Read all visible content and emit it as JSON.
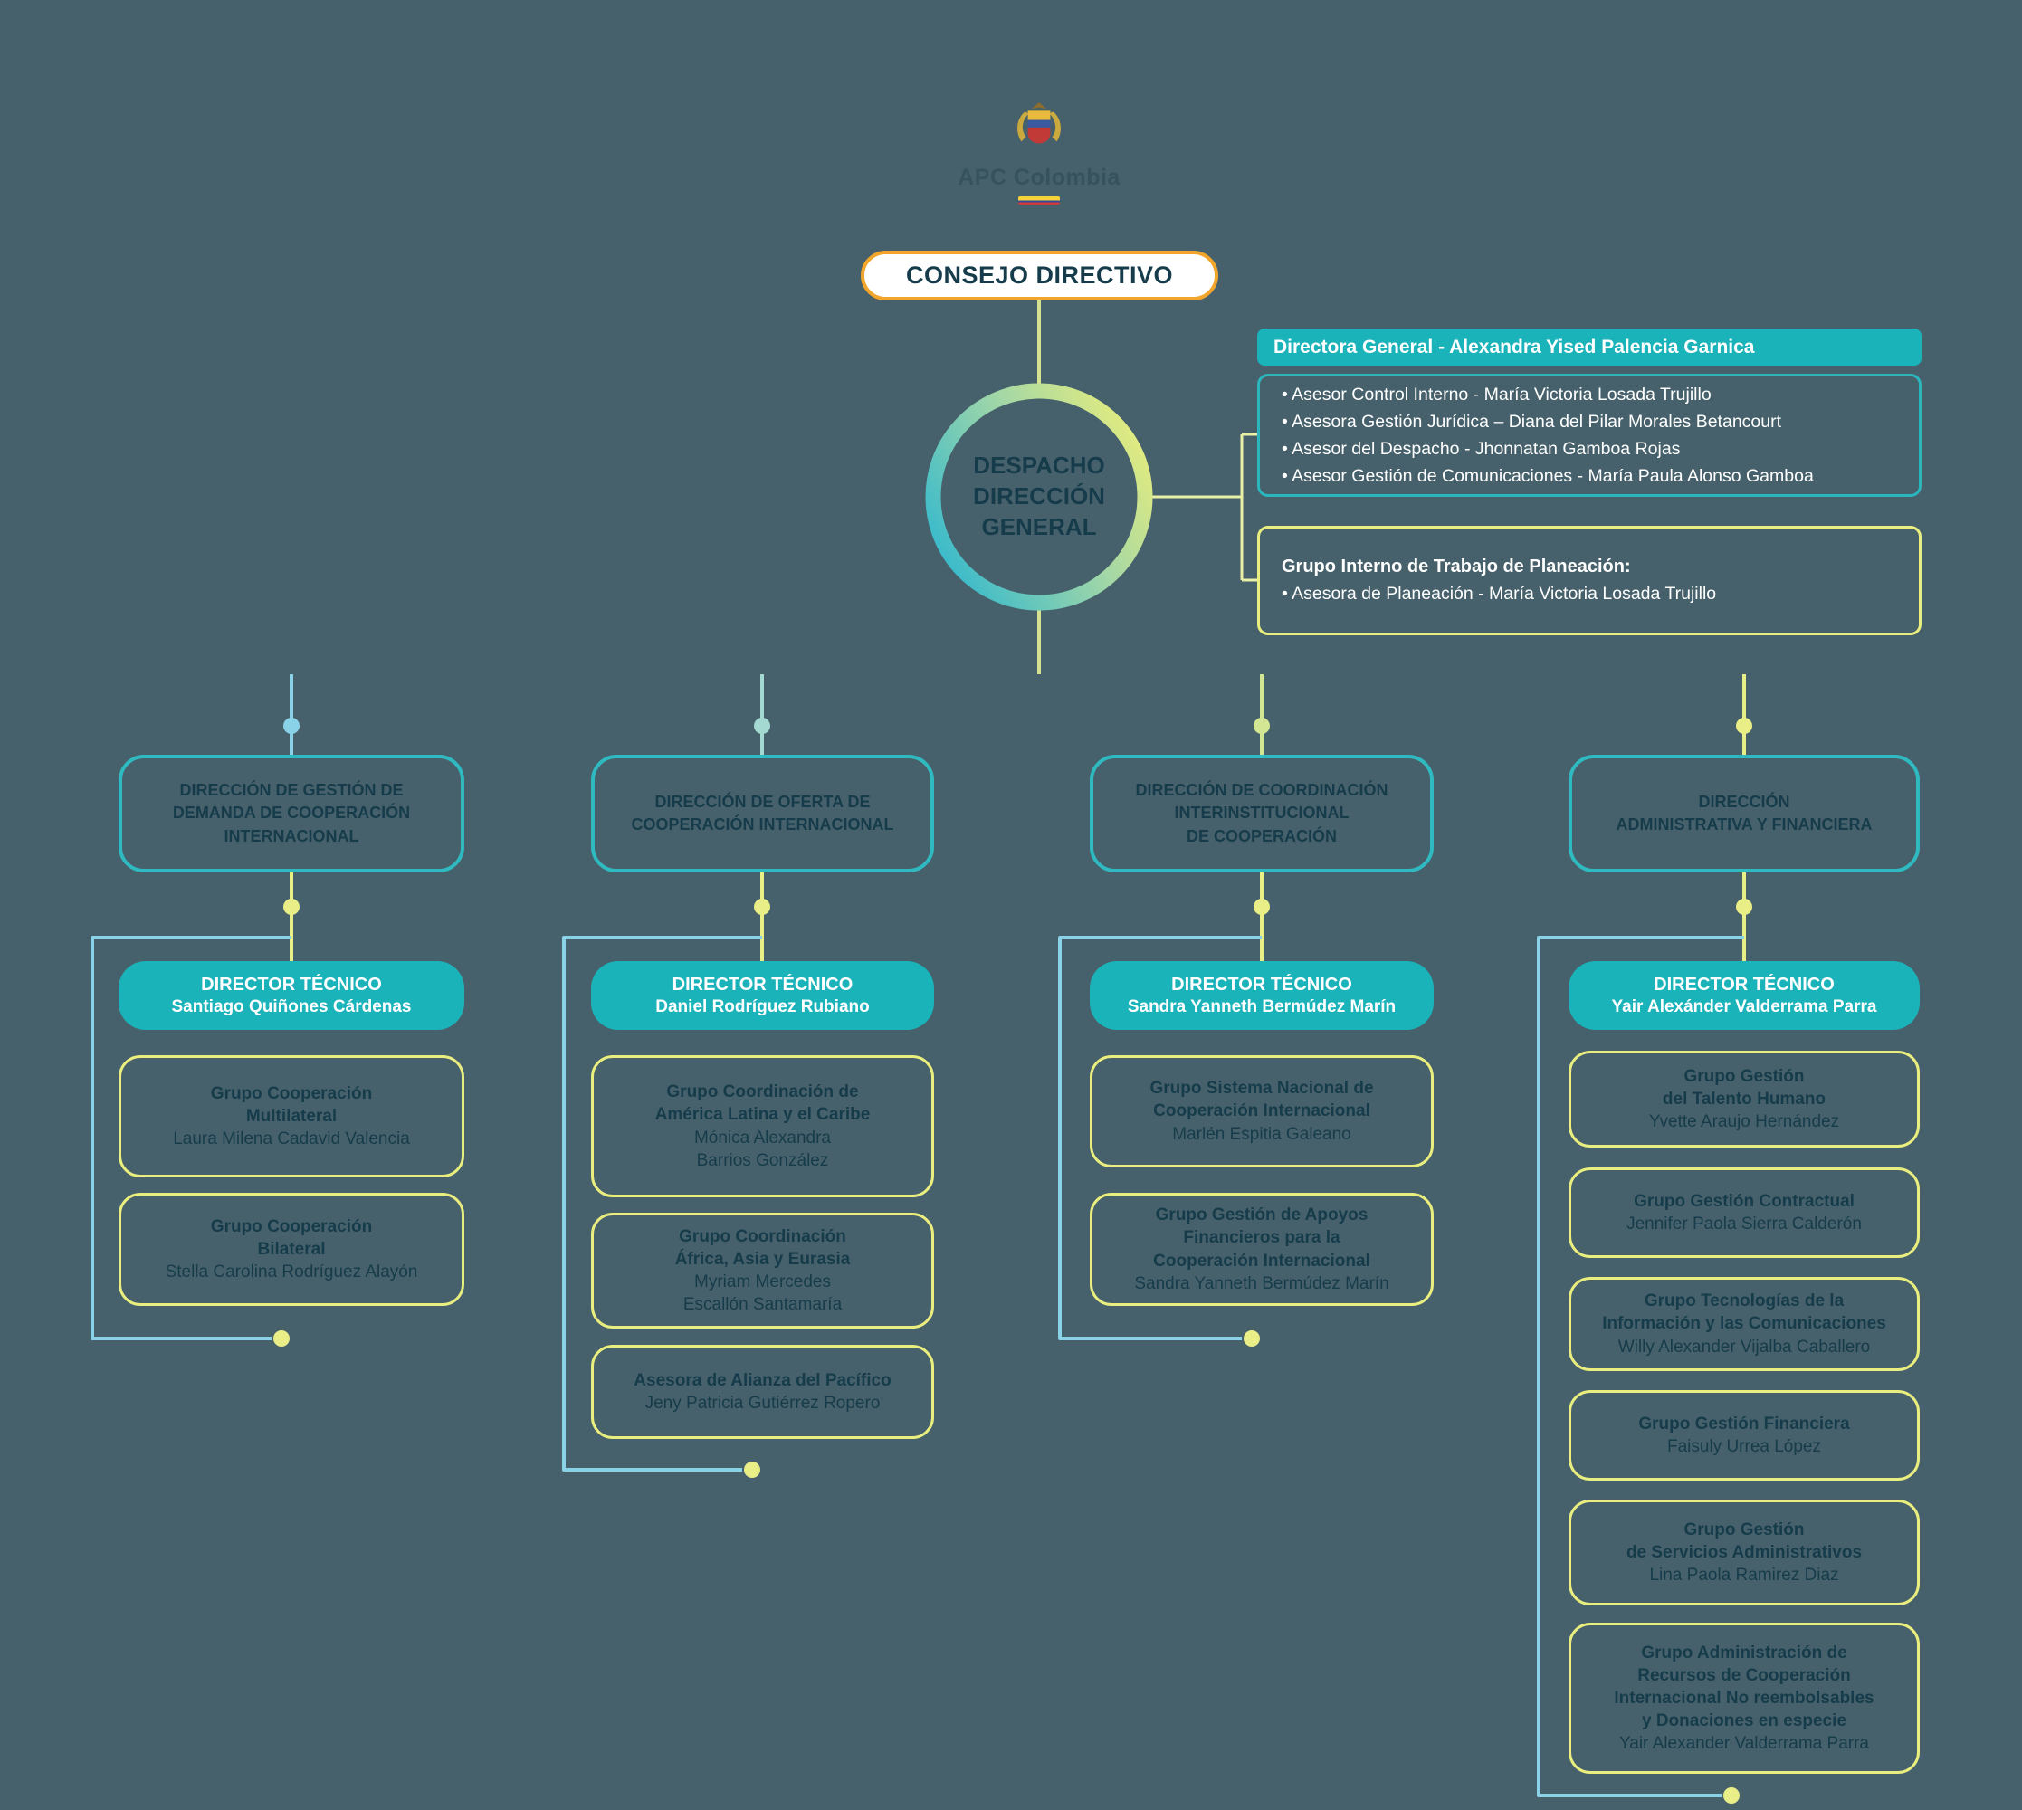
{
  "app": {
    "title": "Organigrama APC Colombia"
  },
  "palette": {
    "background": "#46616b",
    "teal": "#1bb3ba",
    "teal_border": "#2fbac1",
    "yellow_border": "#e9ee7e",
    "orange": "#f2a52b",
    "dark_text": "#163c4b",
    "line_blue": "#89d2e8",
    "line_yellow": "#e9ee86",
    "white": "#ffffff"
  },
  "logo": {
    "icon": "colombia-coat-of-arms",
    "text": "APC Colombia",
    "flag": "colombia-flag"
  },
  "consejo_directivo": {
    "label": "CONSEJO DIRECTIVO"
  },
  "despacho": {
    "label": "DESPACHO\nDIRECCIÓN\nGENERAL"
  },
  "direccion_general": {
    "header": "Directora General - Alexandra Yised Palencia Garnica",
    "asesores": [
      "Asesor Control Interno - María Victoria Losada Trujillo",
      "Asesora Gestión Jurídica – Diana del Pilar Morales Betancourt",
      "Asesor del Despacho - Jhonnatan Gamboa Rojas",
      "Asesor Gestión de Comunicaciones - María Paula Alonso Gamboa"
    ],
    "planeacion_title": "Grupo Interno de Trabajo de Planeación:",
    "planeacion_items": [
      "Asesora de Planeación - María Victoria Losada Trujillo"
    ]
  },
  "columns": [
    {
      "direction": "DIRECCIÓN DE GESTIÓN DE\nDEMANDA DE COOPERACIÓN\nINTERNACIONAL",
      "director_title": "DIRECTOR TÉCNICO",
      "director_name": "Santiago Quiñones Cárdenas",
      "groups": [
        {
          "title": "Grupo Cooperación\nMultilateral",
          "name": "Laura Milena Cadavid Valencia"
        },
        {
          "title": "Grupo Cooperación\nBilateral",
          "name": "Stella Carolina Rodríguez Alayón"
        }
      ]
    },
    {
      "direction": "DIRECCIÓN DE OFERTA DE\nCOOPERACIÓN INTERNACIONAL",
      "director_title": "DIRECTOR TÉCNICO",
      "director_name": "Daniel Rodríguez Rubiano",
      "groups": [
        {
          "title": "Grupo Coordinación de\nAmérica Latina y el Caribe",
          "name": "Mónica Alexandra\nBarrios González"
        },
        {
          "title": "Grupo Coordinación\nÁfrica, Asia y Eurasia",
          "name": "Myriam Mercedes\nEscallón Santamaría"
        },
        {
          "title": "Asesora de Alianza del Pacífico",
          "name": "Jeny Patricia Gutiérrez Ropero"
        }
      ]
    },
    {
      "direction": "DIRECCIÓN DE COORDINACIÓN\nINTERINSTITUCIONAL\nDE COOPERACIÓN",
      "director_title": "DIRECTOR TÉCNICO",
      "director_name": "Sandra Yanneth Bermúdez Marín",
      "groups": [
        {
          "title": "Grupo Sistema Nacional de\nCooperación Internacional",
          "name": "Marlén Espitia Galeano"
        },
        {
          "title": "Grupo Gestión de Apoyos\nFinancieros para la\nCooperación Internacional",
          "name": "Sandra Yanneth Bermúdez Marín"
        }
      ]
    },
    {
      "direction": "DIRECCIÓN\nADMINISTRATIVA Y FINANCIERA",
      "director_title": "DIRECTOR TÉCNICO",
      "director_name": "Yair Alexánder Valderrama Parra",
      "groups": [
        {
          "title": "Grupo Gestión\ndel Talento Humano",
          "name": "Yvette Araujo Hernández"
        },
        {
          "title": "Grupo Gestión Contractual",
          "name": "Jennifer Paola Sierra Calderón"
        },
        {
          "title": "Grupo Tecnologías de la\nInformación y las Comunicaciones",
          "name": "Willy Alexander Vijalba Caballero"
        },
        {
          "title": "Grupo Gestión Financiera",
          "name": "Faisuly Urrea López"
        },
        {
          "title": "Grupo Gestión\nde Servicios Administrativos",
          "name": "Lina Paola Ramirez Diaz"
        },
        {
          "title": "Grupo Administración de\nRecursos de Cooperación\nInternacional No reembolsables\ny Donaciones en especie",
          "name": "Yair Alexander Valderrama Parra"
        }
      ]
    }
  ]
}
